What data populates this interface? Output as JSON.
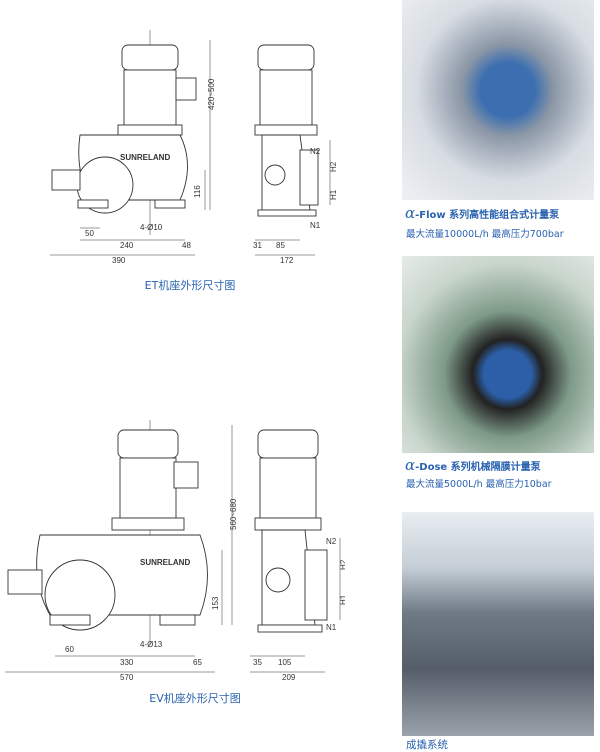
{
  "et": {
    "caption": "ET机座外形尺寸图",
    "brand": "SUNRELAND",
    "dims": {
      "height": "420~500",
      "d116": "116",
      "hole": "4-Ø10",
      "d50": "50",
      "d240": "240",
      "d48": "48",
      "d390": "390",
      "n2": "N2",
      "h2": "H2",
      "h1": "H1",
      "n1": "N1",
      "d31": "31",
      "d85": "85",
      "d172": "172"
    }
  },
  "ev": {
    "caption": "EV机座外形尺寸图",
    "brand": "SUNRELAND",
    "dims": {
      "height": "560~680",
      "d153": "153",
      "hole": "4-Ø13",
      "d60": "60",
      "d330": "330",
      "d65": "65",
      "d570": "570",
      "n2": "N2",
      "h2": "H2",
      "h1": "H1",
      "n1": "N1",
      "d35": "35",
      "d105": "105",
      "d209": "209"
    }
  },
  "products": [
    {
      "alpha": "α",
      "title": "-Flow 系列高性能组合式计量泵",
      "spec": "最大流量10000L/h  最高压力700bar"
    },
    {
      "alpha": "α",
      "title": "-Dose 系列机械隔膜计量泵",
      "spec": "最大流量5000L/h 最高压力10bar"
    },
    {
      "caption": "成撬系统"
    }
  ],
  "colors": {
    "accent": "#2a62b0"
  }
}
